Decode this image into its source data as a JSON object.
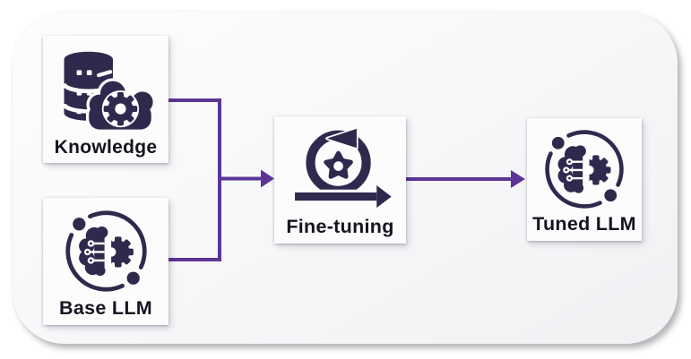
{
  "diagram": {
    "type": "flowchart",
    "nodes": [
      {
        "id": "knowledge",
        "label": "Knowledge",
        "icon": "database-gear-cloud-icon"
      },
      {
        "id": "base-llm",
        "label": "Base LLM",
        "icon": "ai-brain-gear-icon"
      },
      {
        "id": "fine-tuning",
        "label": "Fine-tuning",
        "icon": "iteration-loop-gear-icon"
      },
      {
        "id": "tuned-llm",
        "label": "Tuned LLM",
        "icon": "ai-brain-gear-icon"
      }
    ],
    "edges": [
      {
        "from": "knowledge",
        "to": "fine-tuning"
      },
      {
        "from": "base-llm",
        "to": "fine-tuning"
      },
      {
        "from": "fine-tuning",
        "to": "tuned-llm"
      }
    ],
    "colors": {
      "connector": "#5c3596",
      "icon_ink": "#2e2a4e",
      "label_text": "#16131f",
      "node_background": "#fcfcfd",
      "panel_background": "#f7f7f9",
      "page_background": "#ffffff"
    }
  }
}
